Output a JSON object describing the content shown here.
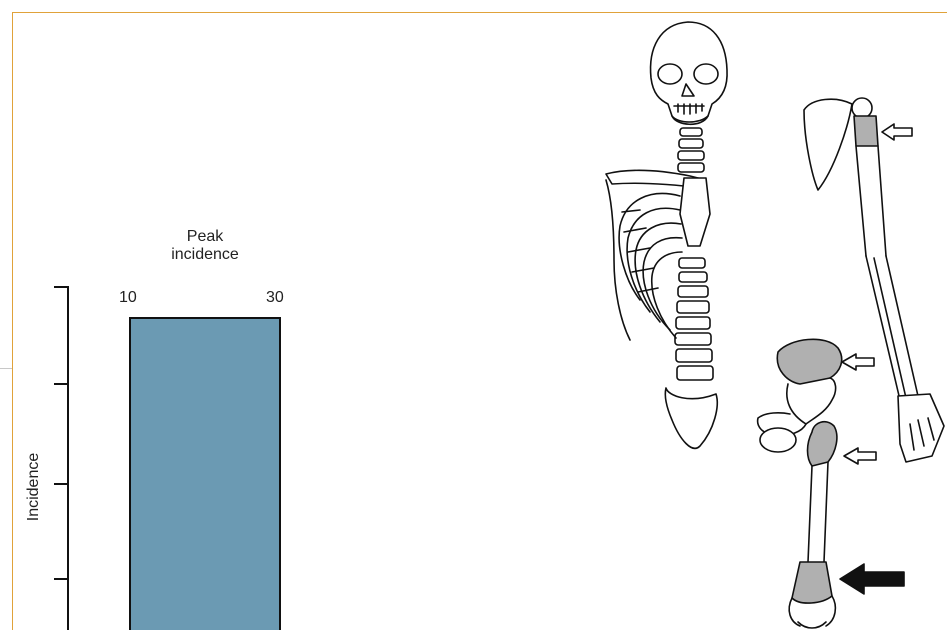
{
  "figure": {
    "peak_label": "Peak\nincidence",
    "age_start": "10",
    "age_end": "30",
    "y_axis_label": "Incidence"
  },
  "colors": {
    "frame": "#e0a23a",
    "bar_fill": "#6b9ab3",
    "bone_highlight": "#b0b0b0",
    "outline": "#111111"
  },
  "skeleton": {
    "icon_names": [
      "skull-icon",
      "spine-icon",
      "ribcage-icon",
      "pelvis-icon",
      "arm-bones-icon",
      "femur-icon"
    ],
    "arrows": [
      {
        "name": "humerus-arrow",
        "style": "open"
      },
      {
        "name": "ilium-arrow",
        "style": "open"
      },
      {
        "name": "femoral-head-arrow",
        "style": "open"
      },
      {
        "name": "distal-femur-arrow",
        "style": "solid"
      }
    ]
  }
}
